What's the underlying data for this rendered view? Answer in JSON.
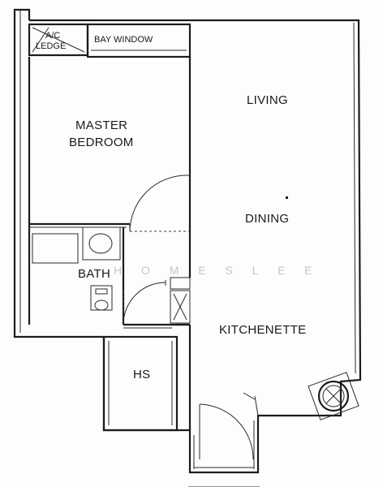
{
  "rooms": {
    "ac_ledge_line1": "A/C",
    "ac_ledge_line2": "LEDGE",
    "bay_window": "BAY WINDOW",
    "master_line1": "MASTER",
    "master_line2": "BEDROOM",
    "living": "LIVING",
    "dining": "DINING",
    "bath": "BATH",
    "kitchenette": "KITCHENETTE",
    "hs": "HS"
  },
  "watermark": "H O M E S L E E",
  "colors": {
    "line": "#1c1c1c",
    "paper": "#fdfdfd",
    "watermark": "#9a9a9a"
  }
}
